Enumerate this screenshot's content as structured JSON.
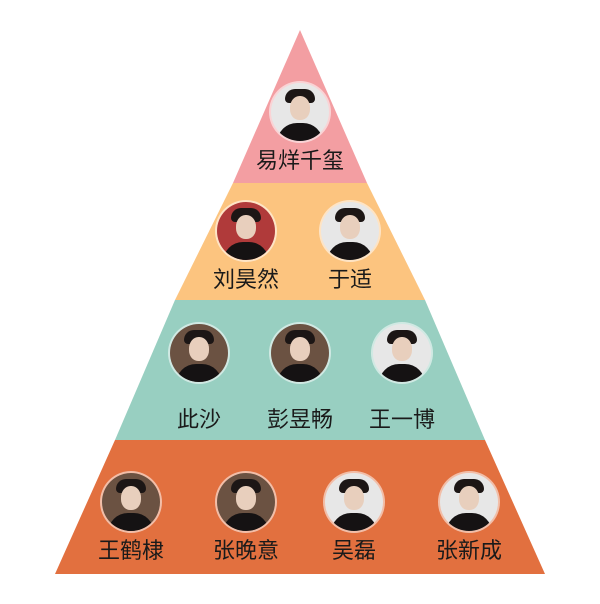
{
  "tiers": [
    {
      "color": "#f39ea2",
      "people": [
        {
          "name": "易烊千玺",
          "style": "light"
        }
      ]
    },
    {
      "color": "#fcc47f",
      "people": [
        {
          "name": "刘昊然",
          "style": "red"
        },
        {
          "name": "于适",
          "style": "light"
        }
      ]
    },
    {
      "color": "#98cfc1",
      "people": [
        {
          "name": "此沙",
          "style": "warm"
        },
        {
          "name": "彭昱畅",
          "style": "warm"
        },
        {
          "name": "王一博",
          "style": "light"
        }
      ]
    },
    {
      "color": "#e2703f",
      "people": [
        {
          "name": "王鹤棣",
          "style": "warm"
        },
        {
          "name": "张晚意",
          "style": "warm"
        },
        {
          "name": "吴磊",
          "style": "light"
        },
        {
          "name": "张新成",
          "style": "light"
        }
      ]
    }
  ]
}
